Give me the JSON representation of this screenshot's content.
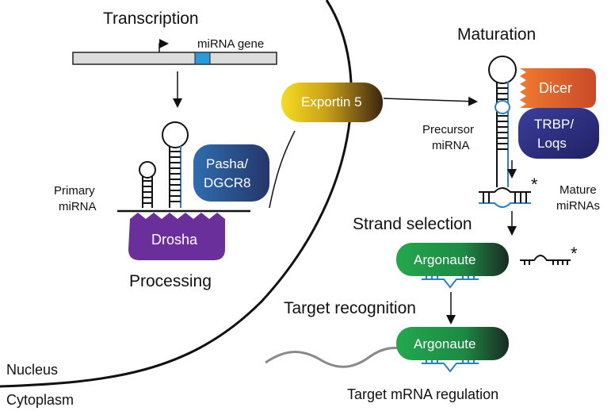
{
  "labels": {
    "transcription": "Transcription",
    "mirna_gene": "miRNA gene",
    "primary_mirna_line1": "Primary",
    "primary_mirna_line2": "miRNA",
    "pasha_line1": "Pasha/",
    "pasha_line2": "DGCR8",
    "drosha": "Drosha",
    "processing": "Processing",
    "exportin": "Exportin 5",
    "maturation": "Maturation",
    "dicer": "Dicer",
    "trbp_line1": "TRBP/",
    "trbp_line2": "Loqs",
    "precursor_line1": "Precursor",
    "precursor_line2": "miRNA",
    "mature_line1": "Mature",
    "mature_line2": "miRNAs",
    "strand_selection": "Strand selection",
    "argonaute_1": "Argonaute",
    "target_recognition": "Target recognition",
    "argonaute_2": "Argonaute",
    "target_mrna_regulation": "Target mRNA regulation",
    "nucleus": "Nucleus",
    "cytoplasm": "Cytoplasm",
    "star_1": "*",
    "star_2": "*"
  },
  "colors": {
    "gene_highlight": "#2a9bd6",
    "rna_blue": "#2b7fc4",
    "drosha": "#6a2f9a",
    "pasha": "#2d5f9e",
    "exportin_start": "#f2d21c",
    "exportin_end": "#3d2814",
    "dicer": "#e2612b",
    "trbp": "#2c2f86",
    "argonaute": "#1f9e48",
    "mrna": "#8a8a8a"
  }
}
